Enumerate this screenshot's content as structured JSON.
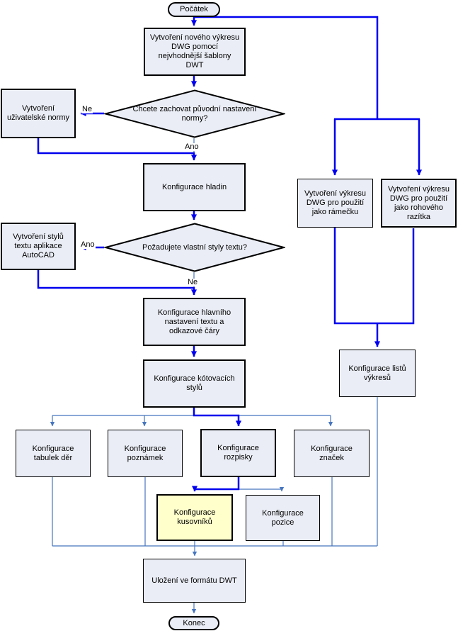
{
  "colors": {
    "blue": "#0000ee",
    "steel": "#4575be",
    "fill": "#eaedf5",
    "yellow": "#ffffcc",
    "line": "#000000"
  },
  "diagram": {
    "nodes": {
      "start": {
        "label": "Počátek"
      },
      "create_dwg": {
        "label": "Vytvoření nového výkresu DWG pomocí nejvhodnější šablony DWT"
      },
      "keep_norm_q": {
        "label": "Chcete zachovat původní nastavení normy?"
      },
      "user_norm": {
        "label": "Vytvoření uživatelské normy"
      },
      "layers": {
        "label": "Konfigurace hladin"
      },
      "text_styles_q": {
        "label": "Požadujete vlastní styly textu?"
      },
      "autocad_text_styles": {
        "label": "Vytvoření stylů textu aplikace AutoCAD"
      },
      "main_text": {
        "label": "Konfigurace hlavního nastavení textu a odkazové čáry"
      },
      "dim_styles": {
        "label": "Konfigurace kótovacích stylů"
      },
      "frame_dwg": {
        "label": "Vytvoření výkresu DWG pro použití jako rámečku"
      },
      "titleblock_dwg": {
        "label": "Vytvoření výkresu DWG pro použití jako rohového razítka"
      },
      "sheets": {
        "label": "Konfigurace listů výkresů"
      },
      "hole_tables": {
        "label": "Konfigurace tabulek děr"
      },
      "notes": {
        "label": "Konfigurace poznámek"
      },
      "parts_list": {
        "label": "Konfigurace rozpisky"
      },
      "symbols": {
        "label": "Konfigurace značek"
      },
      "bom": {
        "label": "Konfigurace kusovníků"
      },
      "balloons": {
        "label": "Konfigurace pozice"
      },
      "save_dwt": {
        "label": "Uložení ve formátu DWT"
      },
      "end": {
        "label": "Konec"
      }
    },
    "edge_labels": {
      "ne1": "Ne",
      "ano1": "Ano",
      "ano2": "Ano",
      "ne2": "Ne"
    }
  }
}
